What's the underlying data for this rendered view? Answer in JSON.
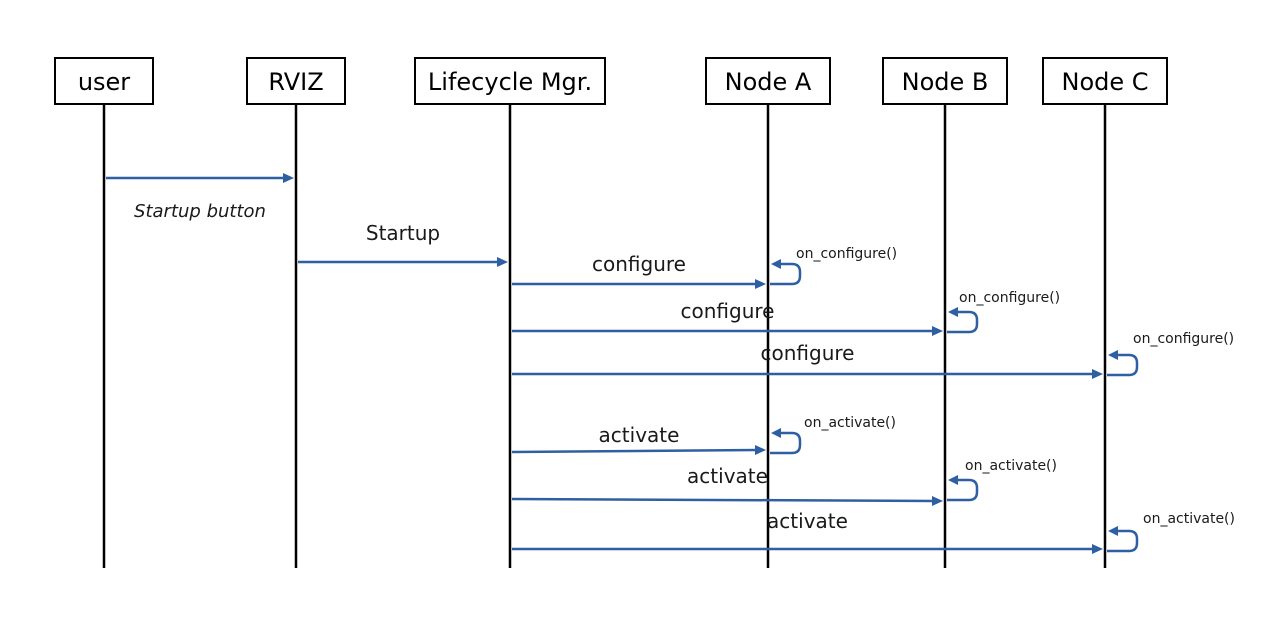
{
  "colors": {
    "arrow": "#2e5fa3",
    "lifeline": "#000000",
    "box_border": "#000000",
    "text": "#1a1a1a"
  },
  "participants": [
    {
      "id": "user",
      "label": "user"
    },
    {
      "id": "rviz",
      "label": "RVIZ"
    },
    {
      "id": "lm",
      "label": "Lifecycle Mgr."
    },
    {
      "id": "a",
      "label": "Node A"
    },
    {
      "id": "b",
      "label": "Node B"
    },
    {
      "id": "c",
      "label": "Node C"
    }
  ],
  "messages": [
    {
      "from": "user",
      "to": "rviz",
      "label": "Startup button",
      "style": "italic",
      "label_position": "below"
    },
    {
      "from": "rviz",
      "to": "lm",
      "label": "Startup",
      "style": "normal",
      "label_position": "above"
    },
    {
      "from": "lm",
      "to": "a",
      "label": "configure",
      "style": "normal",
      "label_position": "above"
    },
    {
      "from": "lm",
      "to": "b",
      "label": "configure",
      "style": "normal",
      "label_position": "above"
    },
    {
      "from": "lm",
      "to": "c",
      "label": "configure",
      "style": "normal",
      "label_position": "above"
    },
    {
      "from": "lm",
      "to": "a",
      "label": "activate",
      "style": "normal",
      "label_position": "above"
    },
    {
      "from": "lm",
      "to": "b",
      "label": "activate",
      "style": "normal",
      "label_position": "above"
    },
    {
      "from": "lm",
      "to": "c",
      "label": "activate",
      "style": "normal",
      "label_position": "above"
    }
  ],
  "self_calls": [
    {
      "on": "a",
      "label": "on_configure()"
    },
    {
      "on": "b",
      "label": "on_configure()"
    },
    {
      "on": "c",
      "label": "on_configure()"
    },
    {
      "on": "a",
      "label": "on_activate()"
    },
    {
      "on": "b",
      "label": "on_activate()"
    },
    {
      "on": "c",
      "label": "on_activate()"
    }
  ]
}
